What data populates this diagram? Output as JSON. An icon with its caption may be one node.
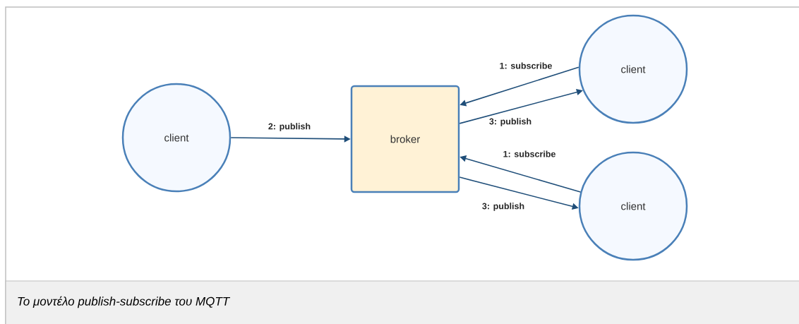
{
  "diagram": {
    "caption": "Το μοντέλο publish-subscribe του MQTT",
    "nodes": [
      {
        "text": [
          "client"
        ]
      },
      {
        "text": [
          "broker"
        ]
      },
      {
        "text": [
          "client"
        ]
      },
      {
        "text": [
          "client"
        ]
      }
    ],
    "edges": [
      {
        "from": 0,
        "to": 1,
        "arrow": "to",
        "label": "2: publish"
      },
      {
        "from": 2,
        "to": 1,
        "arrow": "to",
        "label": "1: subscribe"
      },
      {
        "from": 1,
        "to": 2,
        "arrow": "to",
        "label": "3: publish"
      },
      {
        "from": 3,
        "to": 1,
        "arrow": "to",
        "label": "1: subscribe"
      },
      {
        "from": 1,
        "to": 3,
        "arrow": "to",
        "label": "3: publish"
      }
    ]
  }
}
